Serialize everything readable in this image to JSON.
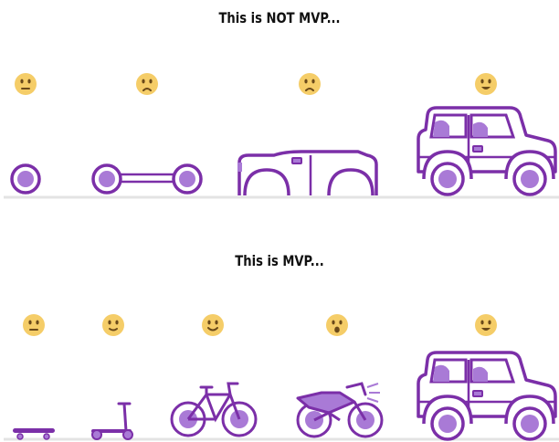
{
  "headings": {
    "not_mvp": "This is NOT MVP...",
    "mvp": "This is MVP..."
  },
  "rows": {
    "not_mvp": {
      "stages": [
        {
          "vehicle": "wheel",
          "face": "neutral"
        },
        {
          "vehicle": "axle-with-wheels",
          "face": "sad"
        },
        {
          "vehicle": "car-body-no-roof",
          "face": "sad"
        },
        {
          "vehicle": "car",
          "face": "happy"
        }
      ]
    },
    "mvp": {
      "stages": [
        {
          "vehicle": "skateboard",
          "face": "neutral"
        },
        {
          "vehicle": "scooter",
          "face": "slight-smile"
        },
        {
          "vehicle": "bicycle",
          "face": "smile"
        },
        {
          "vehicle": "motorcycle",
          "face": "surprised"
        },
        {
          "vehicle": "car",
          "face": "happy"
        }
      ]
    }
  },
  "colors": {
    "outline": "#7b2fa8",
    "fill": "#a97ad6",
    "face": "#f5cd68",
    "face_features": "#6b4a1a",
    "ground": "#e3e3e3"
  }
}
